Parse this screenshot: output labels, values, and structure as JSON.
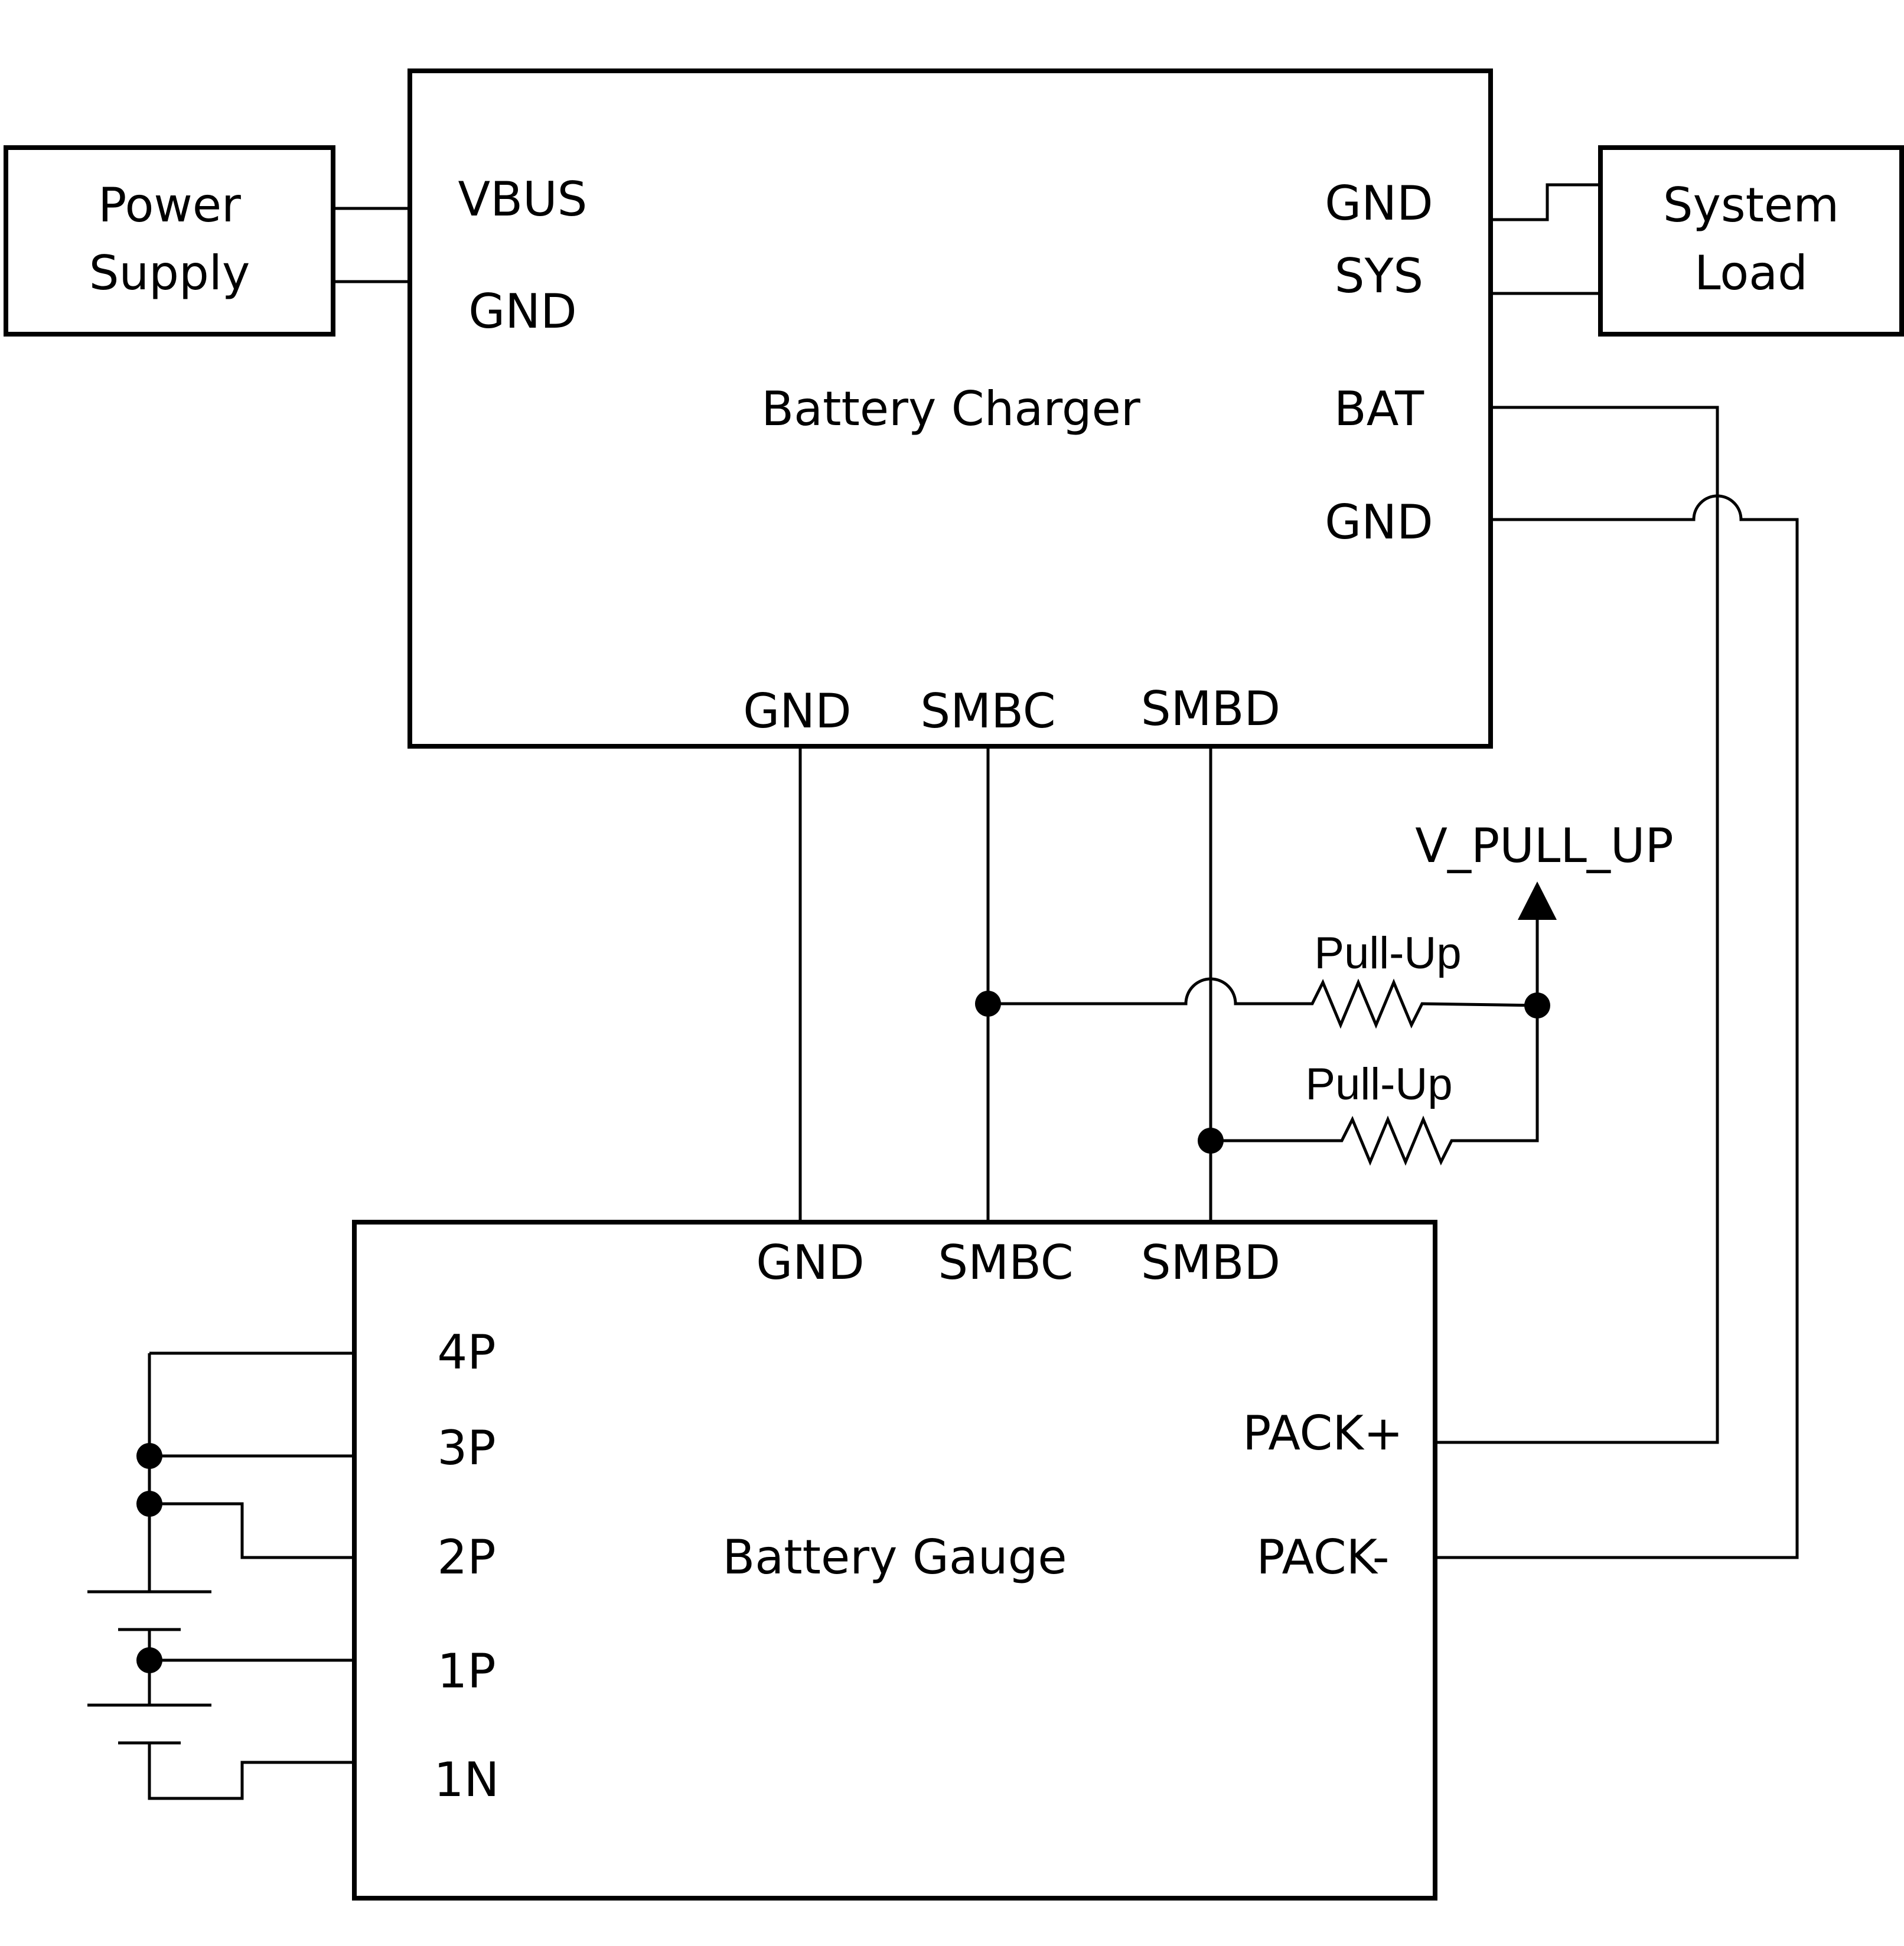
{
  "blocks": {
    "power_supply": {
      "line1": "Power",
      "line2": "Supply"
    },
    "system_load": {
      "line1": "System",
      "line2": "Load"
    },
    "battery_charger": {
      "title": "Battery Charger"
    },
    "battery_gauge": {
      "title": "Battery Gauge"
    }
  },
  "charger_pins": {
    "vbus": "VBUS",
    "gnd_left": "GND",
    "gnd_sys": "GND",
    "sys": "SYS",
    "bat": "BAT",
    "gnd_bat": "GND",
    "gnd_bottom": "GND",
    "smbc": "SMBC",
    "smbd": "SMBD"
  },
  "gauge_pins": {
    "gnd": "GND",
    "smbc": "SMBC",
    "smbd": "SMBD",
    "p4": "4P",
    "p3": "3P",
    "p2": "2P",
    "p1": "1P",
    "n1": "1N",
    "pack_plus": "PACK+",
    "pack_minus": "PACK-"
  },
  "pullup": {
    "supply": "V_PULL_UP",
    "r1": "Pull-Up",
    "r2": "Pull-Up"
  }
}
